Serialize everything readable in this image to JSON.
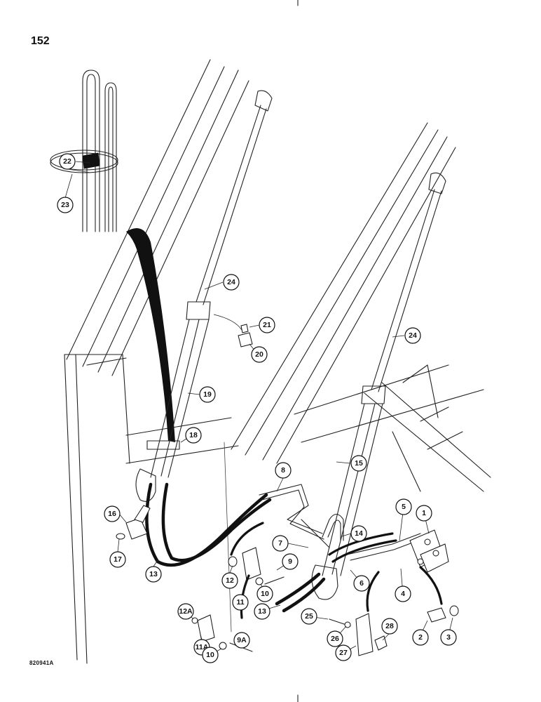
{
  "page_number": "152",
  "figure_code": "820941A",
  "callouts": [
    {
      "label": "22"
    },
    {
      "label": "23"
    },
    {
      "label": "24"
    },
    {
      "label": "21"
    },
    {
      "label": "20"
    },
    {
      "label": "24"
    },
    {
      "label": "19"
    },
    {
      "label": "18"
    },
    {
      "label": "15"
    },
    {
      "label": "8"
    },
    {
      "label": "16"
    },
    {
      "label": "17"
    },
    {
      "label": "14"
    },
    {
      "label": "5"
    },
    {
      "label": "1"
    },
    {
      "label": "7"
    },
    {
      "label": "9"
    },
    {
      "label": "13"
    },
    {
      "label": "12"
    },
    {
      "label": "6"
    },
    {
      "label": "10"
    },
    {
      "label": "11"
    },
    {
      "label": "4"
    },
    {
      "label": "13"
    },
    {
      "label": "12A"
    },
    {
      "label": "25"
    },
    {
      "label": "26"
    },
    {
      "label": "28"
    },
    {
      "label": "2"
    },
    {
      "label": "3"
    },
    {
      "label": "11A"
    },
    {
      "label": "9A"
    },
    {
      "label": "10"
    },
    {
      "label": "27"
    }
  ]
}
